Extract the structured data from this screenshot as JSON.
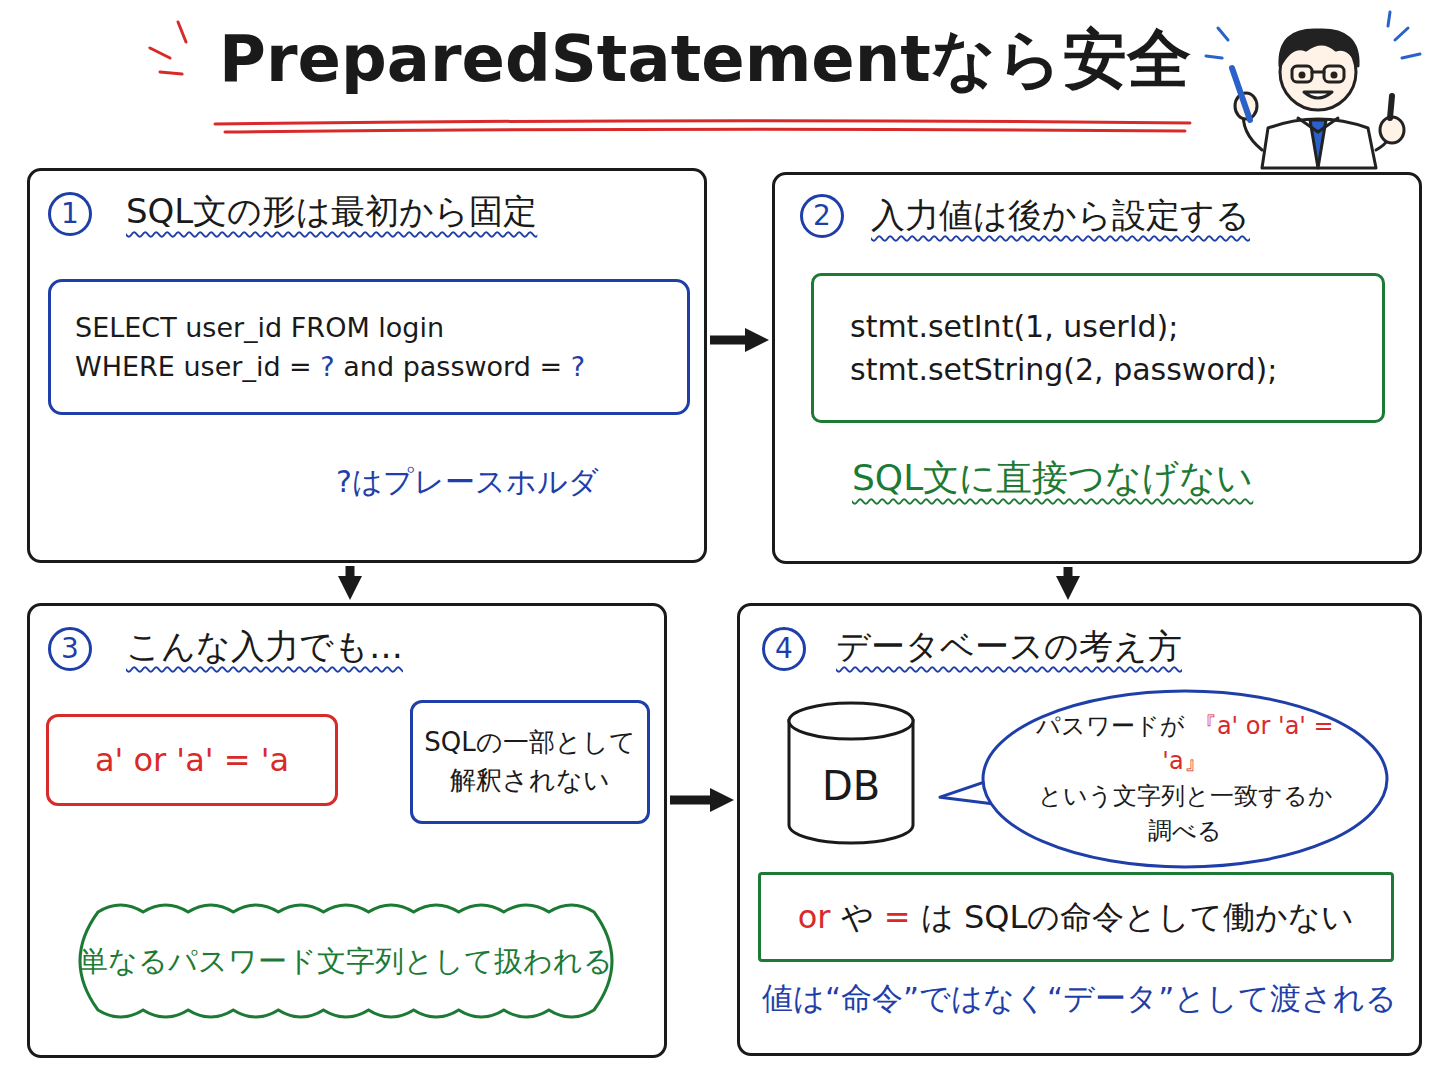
{
  "diagram": {
    "title": "PreparedStatementなら安全",
    "nodes": [
      {
        "text": [
          "SQL文の形は最初から固定"
        ]
      },
      {
        "text": [
          "SELECT user_id FROM login",
          "WHERE user_id = ? and password = ?"
        ],
        "in": 0
      },
      {
        "text": [
          "入力値は後から設定する"
        ]
      },
      {
        "text": [
          "stmt.setInt(1, userId);",
          "stmt.setString(2, password);"
        ],
        "in": 2
      },
      {
        "text": [
          "こんな入力でも…"
        ]
      },
      {
        "text": [
          "a' or 'a' = 'a"
        ],
        "in": 4
      },
      {
        "text": [
          "SQLの一部として 解釈されない"
        ],
        "in": 4
      },
      {
        "text": [
          "単なるパスワード文字列として扱われる"
        ],
        "in": 4
      },
      {
        "text": [
          "データベースの考え方"
        ]
      },
      {
        "text": [
          "DB"
        ],
        "in": 8
      },
      {
        "text": [
          "パスワードが 『a' or 'a' = 'a』 という文字列と一致するか 調べる"
        ],
        "in": 8
      },
      {
        "text": [
          "or や = は SQLの命令として働かない"
        ],
        "in": 8
      }
    ],
    "edges": [
      {
        "from": 0,
        "to": 2,
        "arrow": "to"
      },
      {
        "from": 0,
        "to": 4,
        "arrow": "to"
      },
      {
        "from": 2,
        "to": 8,
        "arrow": "to"
      },
      {
        "from": 4,
        "to": 8,
        "arrow": "to"
      },
      {
        "from": 5,
        "to": 6,
        "arrow": "to"
      },
      {
        "from": 5,
        "to": 7,
        "arrow": "to"
      }
    ],
    "labels": [
      "1",
      "2",
      "3",
      "4",
      "?はプレースホルダ",
      "SQL文に直接つなげない",
      "値は“命令”ではなく“データ”として渡される"
    ]
  }
}
